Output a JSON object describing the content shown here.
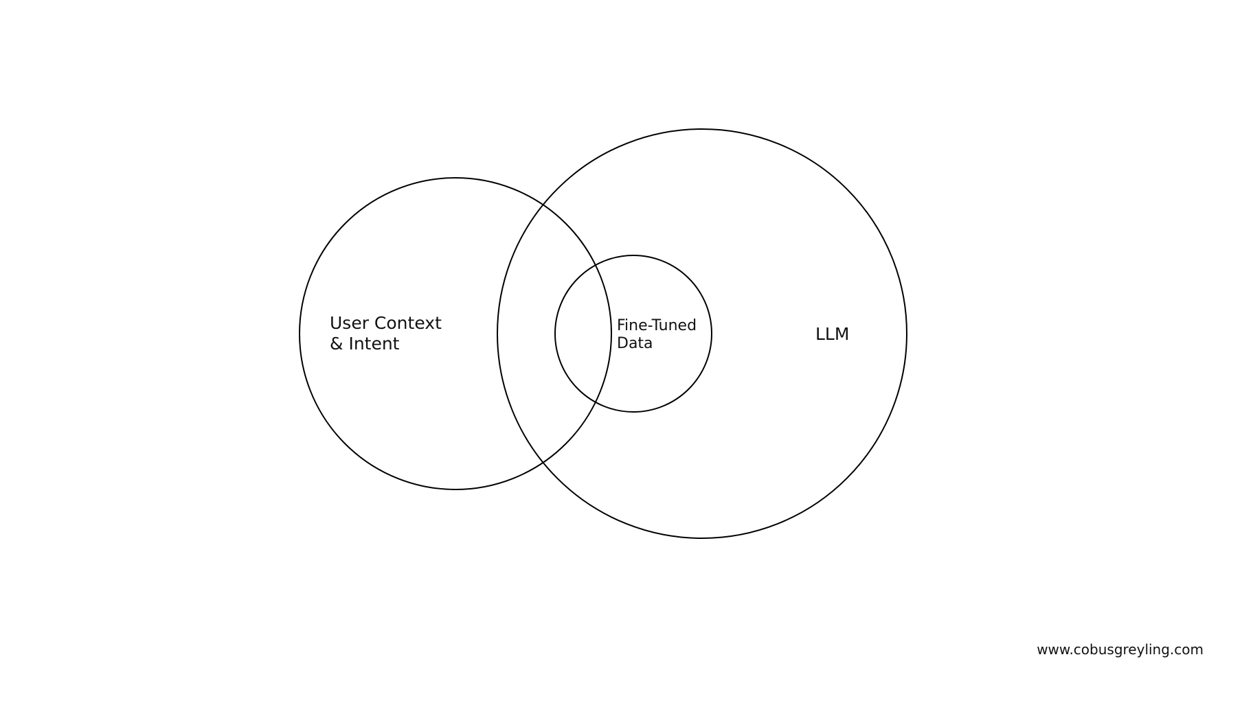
{
  "diagram": {
    "circles": [
      {
        "id": "user",
        "label_lines": [
          "User Context",
          "& Intent"
        ]
      },
      {
        "id": "llm",
        "label_lines": [
          "LLM"
        ]
      },
      {
        "id": "finetuned",
        "label_lines": [
          "Fine-Tuned",
          "Data"
        ]
      }
    ]
  },
  "footer": {
    "watermark": "www.cobusgreyling.com"
  },
  "colors": {
    "stroke": "#000000",
    "text": "#111111",
    "background": "#ffffff"
  }
}
